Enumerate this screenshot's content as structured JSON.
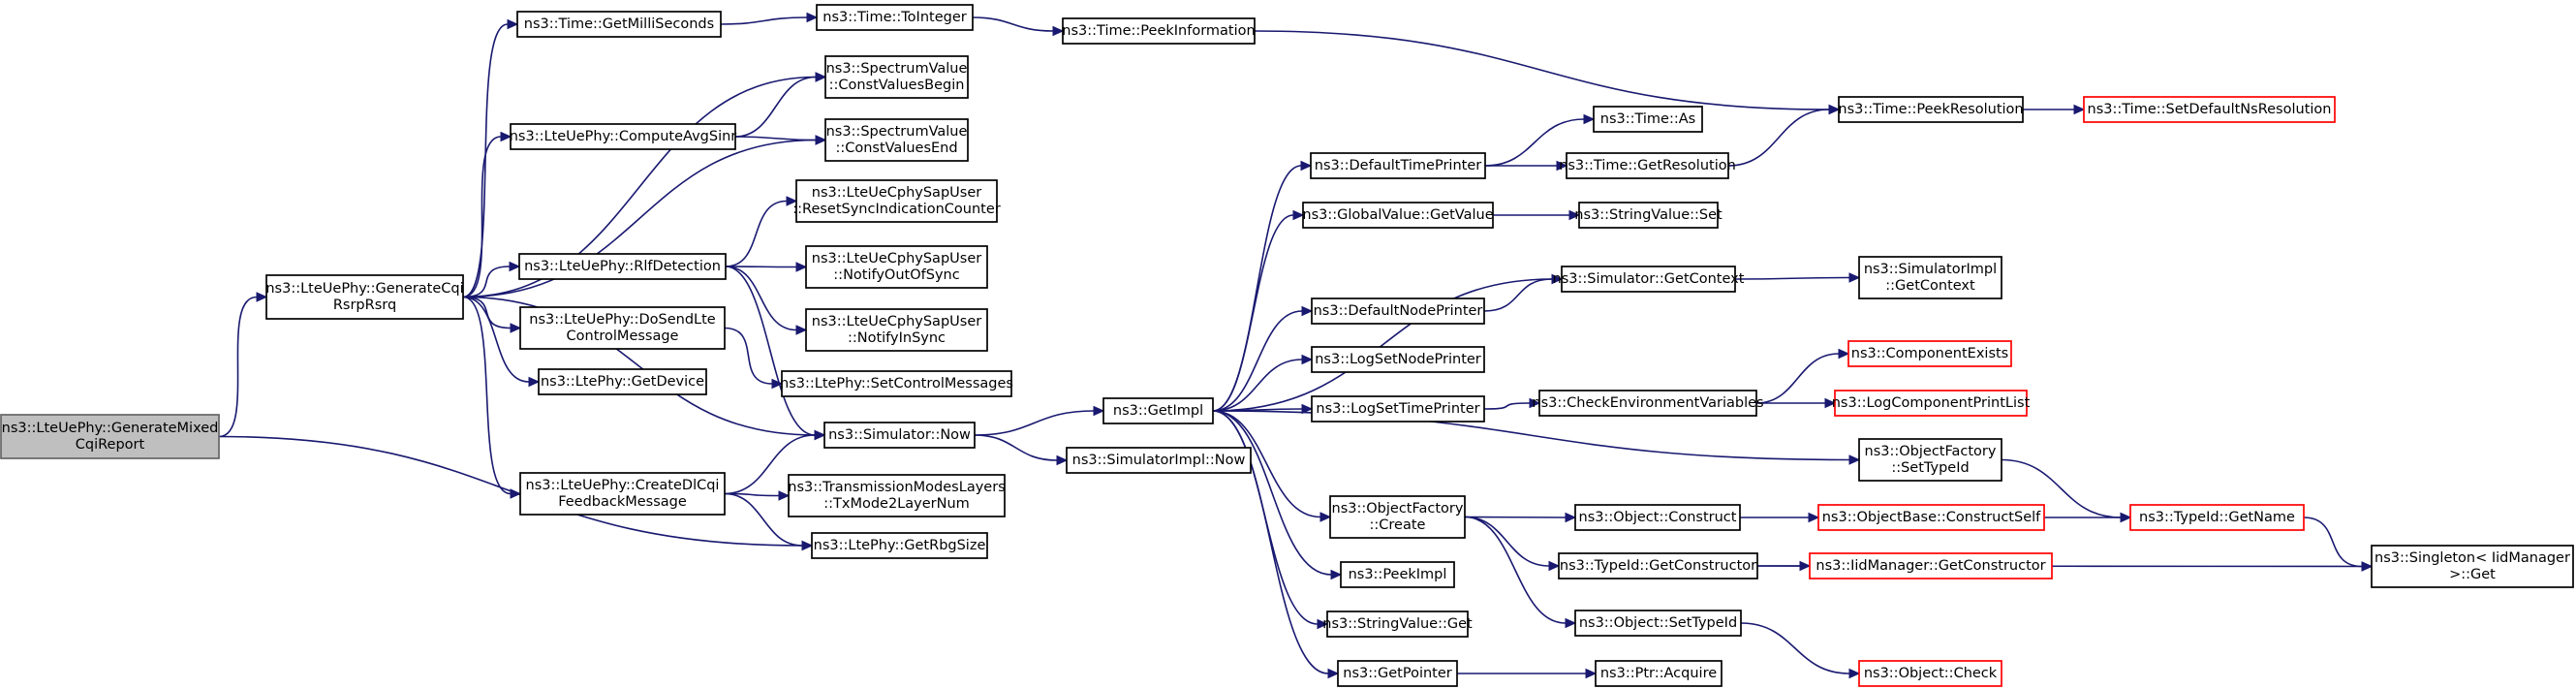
{
  "nodes": [
    {
      "id": "root",
      "lines": [
        "ns3::LteUePhy::GenerateMixed",
        "CqiReport"
      ],
      "style": "root"
    },
    {
      "id": "gencqi",
      "lines": [
        "ns3::LteUePhy::GenerateCqi",
        "RsrpRsrq"
      ]
    },
    {
      "id": "getms",
      "lines": [
        "ns3::Time::GetMilliSeconds"
      ]
    },
    {
      "id": "toint",
      "lines": [
        "ns3::Time::ToInteger"
      ]
    },
    {
      "id": "peekinfo",
      "lines": [
        "ns3::Time::PeekInformation"
      ]
    },
    {
      "id": "cvb",
      "lines": [
        "ns3::SpectrumValue",
        "::ConstValuesBegin"
      ]
    },
    {
      "id": "avgsinr",
      "lines": [
        "ns3::LteUePhy::ComputeAvgSinr"
      ]
    },
    {
      "id": "cve",
      "lines": [
        "ns3::SpectrumValue",
        "::ConstValuesEnd"
      ]
    },
    {
      "id": "rlf",
      "lines": [
        "ns3::LteUePhy::RlfDetection"
      ]
    },
    {
      "id": "resetsync",
      "lines": [
        "ns3::LteUeCphySapUser",
        "::ResetSyncIndicationCounter"
      ]
    },
    {
      "id": "notifyout",
      "lines": [
        "ns3::LteUeCphySapUser",
        "::NotifyOutOfSync"
      ]
    },
    {
      "id": "dosend",
      "lines": [
        "ns3::LteUePhy::DoSendLte",
        "ControlMessage"
      ]
    },
    {
      "id": "notifyin",
      "lines": [
        "ns3::LteUeCphySapUser",
        "::NotifyInSync"
      ]
    },
    {
      "id": "getdevice",
      "lines": [
        "ns3::LtePhy::GetDevice"
      ]
    },
    {
      "id": "setctrl",
      "lines": [
        "ns3::LtePhy::SetControlMessages"
      ]
    },
    {
      "id": "now",
      "lines": [
        "ns3::Simulator::Now"
      ]
    },
    {
      "id": "createdl",
      "lines": [
        "ns3::LteUePhy::CreateDlCqi",
        "FeedbackMessage"
      ]
    },
    {
      "id": "txmode",
      "lines": [
        "ns3::TransmissionModesLayers",
        "::TxMode2LayerNum"
      ]
    },
    {
      "id": "rbgsize",
      "lines": [
        "ns3::LtePhy::GetRbgSize"
      ]
    },
    {
      "id": "getimpl",
      "lines": [
        "ns3::GetImpl"
      ]
    },
    {
      "id": "implnow",
      "lines": [
        "ns3::SimulatorImpl::Now"
      ]
    },
    {
      "id": "deftp",
      "lines": [
        "ns3::DefaultTimePrinter"
      ]
    },
    {
      "id": "gvget",
      "lines": [
        "ns3::GlobalValue::GetValue"
      ]
    },
    {
      "id": "defnp",
      "lines": [
        "ns3::DefaultNodePrinter"
      ]
    },
    {
      "id": "lognp",
      "lines": [
        "ns3::LogSetNodePrinter"
      ]
    },
    {
      "id": "logtp",
      "lines": [
        "ns3::LogSetTimePrinter"
      ]
    },
    {
      "id": "ofcreate",
      "lines": [
        "ns3::ObjectFactory",
        "::Create"
      ]
    },
    {
      "id": "peekimpl",
      "lines": [
        "ns3::PeekImpl"
      ]
    },
    {
      "id": "svget",
      "lines": [
        "ns3::StringValue::Get"
      ]
    },
    {
      "id": "getptr",
      "lines": [
        "ns3::GetPointer"
      ]
    },
    {
      "id": "timeas",
      "lines": [
        "ns3::Time::As"
      ]
    },
    {
      "id": "getres",
      "lines": [
        "ns3::Time::GetResolution"
      ]
    },
    {
      "id": "svset",
      "lines": [
        "ns3::StringValue::Set"
      ]
    },
    {
      "id": "getctx",
      "lines": [
        "ns3::Simulator::GetContext"
      ]
    },
    {
      "id": "checkenv",
      "lines": [
        "ns3::CheckEnvironmentVariables"
      ]
    },
    {
      "id": "ofsettid",
      "lines": [
        "ns3::ObjectFactory",
        "::SetTypeId"
      ]
    },
    {
      "id": "objconstruct",
      "lines": [
        "ns3::Object::Construct"
      ]
    },
    {
      "id": "tidgetctor",
      "lines": [
        "ns3::TypeId::GetConstructor"
      ]
    },
    {
      "id": "objsettid",
      "lines": [
        "ns3::Object::SetTypeId"
      ]
    },
    {
      "id": "ptracq",
      "lines": [
        "ns3::Ptr::Acquire"
      ]
    },
    {
      "id": "peekres",
      "lines": [
        "ns3::Time::PeekResolution"
      ]
    },
    {
      "id": "setdefres",
      "lines": [
        "ns3::Time::SetDefaultNsResolution"
      ],
      "style": "red"
    },
    {
      "id": "implctx",
      "lines": [
        "ns3::SimulatorImpl",
        "::GetContext"
      ]
    },
    {
      "id": "compexists",
      "lines": [
        "ns3::ComponentExists"
      ],
      "style": "red"
    },
    {
      "id": "logpl",
      "lines": [
        "ns3::LogComponentPrintList"
      ],
      "style": "red"
    },
    {
      "id": "constructself",
      "lines": [
        "ns3::ObjectBase::ConstructSelf"
      ],
      "style": "red"
    },
    {
      "id": "tidgetname",
      "lines": [
        "ns3::TypeId::GetName"
      ],
      "style": "red"
    },
    {
      "id": "iidgetctor",
      "lines": [
        "ns3::IidManager::GetConstructor"
      ],
      "style": "red"
    },
    {
      "id": "objcheck",
      "lines": [
        "ns3::Object::Check"
      ],
      "style": "red"
    },
    {
      "id": "singleton",
      "lines": [
        "ns3::Singleton< IidManager",
        " >::Get"
      ]
    }
  ],
  "edges": [
    [
      "root",
      "gencqi"
    ],
    [
      "root",
      "rbgsize"
    ],
    [
      "gencqi",
      "getms"
    ],
    [
      "gencqi",
      "cvb"
    ],
    [
      "gencqi",
      "avgsinr"
    ],
    [
      "gencqi",
      "cve"
    ],
    [
      "gencqi",
      "rlf"
    ],
    [
      "gencqi",
      "dosend"
    ],
    [
      "gencqi",
      "getdevice"
    ],
    [
      "gencqi",
      "now"
    ],
    [
      "gencqi",
      "createdl"
    ],
    [
      "getms",
      "toint"
    ],
    [
      "toint",
      "peekinfo"
    ],
    [
      "peekinfo",
      "peekres"
    ],
    [
      "avgsinr",
      "cvb"
    ],
    [
      "avgsinr",
      "cve"
    ],
    [
      "rlf",
      "resetsync"
    ],
    [
      "rlf",
      "notifyout"
    ],
    [
      "rlf",
      "notifyin"
    ],
    [
      "rlf",
      "now"
    ],
    [
      "dosend",
      "setctrl"
    ],
    [
      "createdl",
      "now"
    ],
    [
      "createdl",
      "txmode"
    ],
    [
      "createdl",
      "rbgsize"
    ],
    [
      "now",
      "getimpl"
    ],
    [
      "now",
      "implnow"
    ],
    [
      "getimpl",
      "deftp"
    ],
    [
      "getimpl",
      "gvget"
    ],
    [
      "getimpl",
      "getctx"
    ],
    [
      "getimpl",
      "defnp"
    ],
    [
      "getimpl",
      "lognp"
    ],
    [
      "getimpl",
      "logtp"
    ],
    [
      "getimpl",
      "ofsettid"
    ],
    [
      "getimpl",
      "ofcreate"
    ],
    [
      "getimpl",
      "peekimpl"
    ],
    [
      "getimpl",
      "svget"
    ],
    [
      "getimpl",
      "getptr"
    ],
    [
      "deftp",
      "timeas"
    ],
    [
      "deftp",
      "getres"
    ],
    [
      "getres",
      "peekres"
    ],
    [
      "gvget",
      "svset"
    ],
    [
      "defnp",
      "getctx"
    ],
    [
      "getctx",
      "implctx"
    ],
    [
      "logtp",
      "checkenv"
    ],
    [
      "checkenv",
      "compexists"
    ],
    [
      "checkenv",
      "logpl"
    ],
    [
      "ofsettid",
      "tidgetname"
    ],
    [
      "ofcreate",
      "objconstruct"
    ],
    [
      "ofcreate",
      "tidgetctor"
    ],
    [
      "ofcreate",
      "objsettid"
    ],
    [
      "objconstruct",
      "constructself"
    ],
    [
      "constructself",
      "tidgetname"
    ],
    [
      "tidgetctor",
      "iidgetctor"
    ],
    [
      "tidgetctor",
      "singleton"
    ],
    [
      "objsettid",
      "objcheck"
    ],
    [
      "getptr",
      "ptracq"
    ],
    [
      "peekres",
      "setdefres"
    ],
    [
      "tidgetname",
      "singleton"
    ]
  ]
}
